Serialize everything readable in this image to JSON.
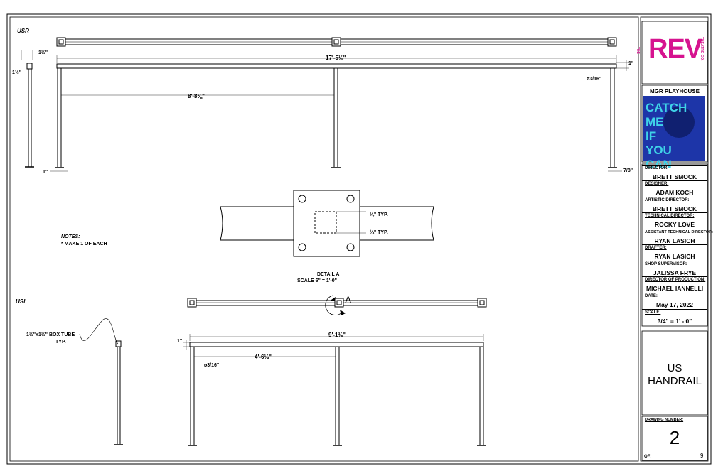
{
  "views": {
    "usr_label": "USR",
    "usl_label": "USL"
  },
  "dims": {
    "usr_overall": "17'-5⅛\"",
    "usr_mid": "8'-8⅛\"",
    "usr_post_w": "1\"",
    "usr_rail_h": "1\"",
    "usr_hole": "ø3/16\"",
    "usr_foot": "7/8\"",
    "usr_side_a": "1½\"",
    "usr_side_b": "1½\"",
    "usl_overall": "9'-1⅜\"",
    "usl_mid": "4'-6¼\"",
    "usl_rail_h": "1\"",
    "usl_hole": "ø3/16\"",
    "typ_a": "¼\" TYP.",
    "typ_b": "¼\" TYP."
  },
  "notes": {
    "heading": "NOTES:",
    "line1": "* MAKE 1 OF EACH"
  },
  "detail": {
    "title": "DETAIL A",
    "scale": "SCALE 6\" = 1'-0\"",
    "callout": "A"
  },
  "box_tube": {
    "line1": "1½\"x1½\" BOX TUBE",
    "line2": "TYP."
  },
  "title_block": {
    "logo_text": "REV",
    "logo_side_left": "THE",
    "logo_side_right": "THEATRE CO.",
    "venue": "MGR PLAYHOUSE",
    "show_art_text": "CATCH ME IF YOU CAN",
    "director_label": "DIRECTOR:",
    "director": "BRETT SMOCK",
    "designer_label": "DESIGNER:",
    "designer": "ADAM KOCH",
    "artistic_director_label": "ARTISTIC DIRECTOR:",
    "artistic_director": "BRETT SMOCK",
    "technical_director_label": "TECHNICAL DIRECTOR:",
    "technical_director": "ROCKY LOVE",
    "atd_label": "ASSISTANT TECHNICAL DIRECTOR:",
    "atd": "RYAN LASICH",
    "drafter_label": "DRAFTER:",
    "drafter": "RYAN LASICH",
    "shop_supervisor_label": "SHOP SUPERVISOR:",
    "shop_supervisor": "JALISSA FRYE",
    "dop_label": "DIRECTOR OF PRODUCTION:",
    "dop": "MICHAEL IANNELLI",
    "date_label": "DATE:",
    "date": "May 17, 2022",
    "scale_label": "SCALE:",
    "scale": "3/4\" = 1' - 0\"",
    "drawing_title_line1": "US",
    "drawing_title_line2": "HANDRAIL",
    "drawing_number_label": "DRAWING NUMBER:",
    "drawing_number": "2",
    "of_label": "OF:",
    "of_total": "9"
  },
  "colors": {
    "logo_magenta": "#d6138f",
    "art_blue": "#1d35a8",
    "art_cyan": "#3fd3e8"
  }
}
